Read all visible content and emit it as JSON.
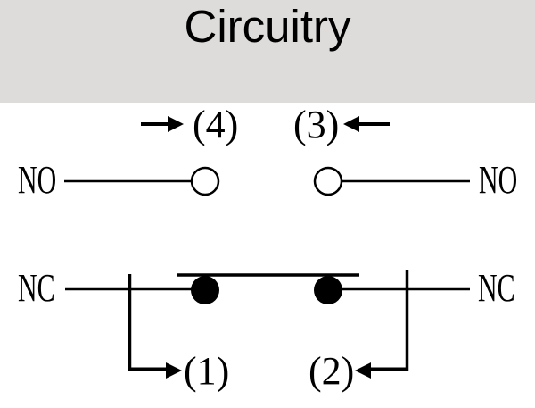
{
  "header": {
    "title": "Circuitry"
  },
  "colors": {
    "header_bg": "#dedcda",
    "diagram_bg": "#ffffff",
    "line": "#000000",
    "open_contact_fill": "#ffffff"
  },
  "diagram": {
    "top_terminals": {
      "left_label": "(4)",
      "right_label": "(3)"
    },
    "no_row": {
      "left_label": "NO",
      "right_label": "NO"
    },
    "nc_row": {
      "left_label": "NC",
      "right_label": "NC"
    },
    "bottom_terminals": {
      "left_label": "(1)",
      "right_label": "(2)"
    }
  }
}
